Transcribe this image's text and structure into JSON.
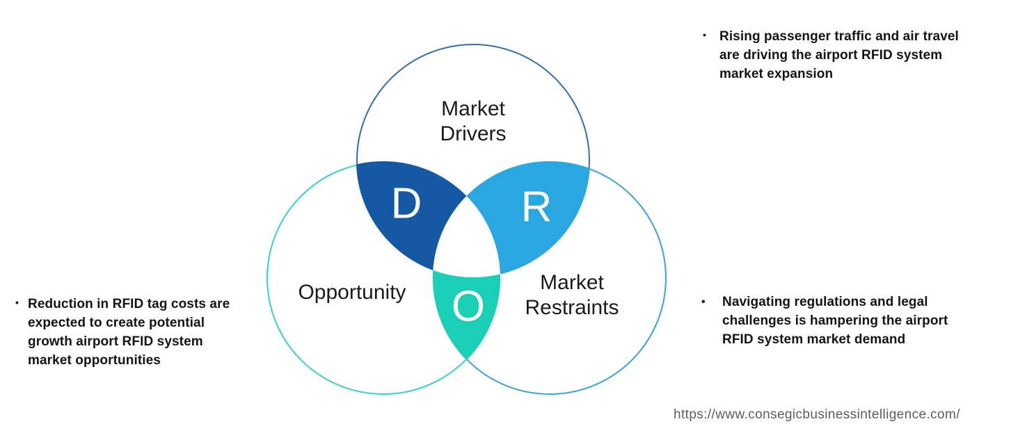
{
  "colors": {
    "background": "#ffffff",
    "drivers_fill": "#1559a5",
    "restraints_fill": "#29a7e0",
    "opportunity_fill": "#19cfb6",
    "drivers_outline": "#2e6db4",
    "opportunity_outline": "#30d5c4",
    "restraints_outline": "#36a4e0",
    "center_fill": "#ffffff",
    "label_text": "#1b1b1b",
    "letter_text": "#ffffff",
    "note_text": "#141414",
    "url_text": "#5c5c5c"
  },
  "venn": {
    "drivers": {
      "label_lines": [
        "Market",
        "Drivers"
      ],
      "letter": "D"
    },
    "opportunity": {
      "label_lines": [
        "Opportunity"
      ],
      "letter": "O"
    },
    "restraints": {
      "label_lines": [
        "Market",
        "Restraints"
      ],
      "letter": "R"
    }
  },
  "notes": {
    "marker": "•",
    "driver_note": {
      "lines": [
        "Rising passenger traffic and air travel",
        "are driving the airport RFID system",
        "market expansion"
      ]
    },
    "opportunity_note": {
      "lines": [
        "Reduction in RFID tag costs are",
        "expected to create potential",
        "growth airport RFID system",
        "market opportunities"
      ]
    },
    "restraint_note": {
      "lines": [
        "Navigating regulations and legal",
        "challenges is hampering the airport",
        "RFID system market demand"
      ]
    }
  },
  "footer": {
    "url": "https://www.consegicbusinessintelligence.com/"
  }
}
